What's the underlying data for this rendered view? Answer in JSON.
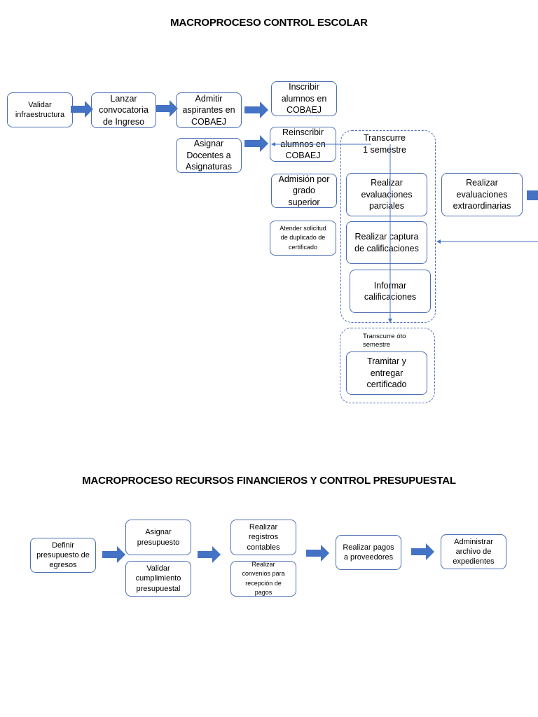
{
  "titles": {
    "escolar": "MACROPROCESO CONTROL ESCOLAR",
    "financieros": "MACROPROCESO RECURSOS FINANCIEROS Y CONTROL PRESUPUESTAL"
  },
  "escolar": {
    "validar_infraestructura": "Validar\ninfraestructura",
    "lanzar_convocatoria": "Lanzar\nconvocatoria\nde Ingreso",
    "admitir_aspirantes": "Admitir\naspirantes en\nCOBAEJ",
    "inscribir_alumnos": "Inscribir\nalumnos en\nCOBAEJ",
    "reinscribir_alumnos": "Reinscribir\nalumnos en\nCOBAEJ",
    "asignar_docentes": "Asignar\nDocentes a\nAsignaturas",
    "admision_grado": "Admisión por\ngrado\nsuperior",
    "atender_solicitud": "Atender solicitud\nde duplicado de\ncertificado",
    "transcurre_semestre": "Transcurre\n1 semestre",
    "realizar_evaluaciones_parciales": "Realizar\nevaluaciones\nparciales",
    "realizar_captura": "Realizar captura\nde calificaciones",
    "informar_calificaciones": "Informar\ncalificaciones",
    "realizar_evaluaciones_extra": "Realizar\nevaluaciones\nextraordinarias",
    "transcurre_sexto": "Transcurre óto\nsemestre",
    "tramitar_certificado": "Tramitar y\nentregar\ncertificado"
  },
  "financieros": {
    "definir_presupuesto": "Definir\npresupuesto de\negresos",
    "asignar_presupuesto": "Asignar\npresupuesto",
    "validar_cumplimiento": "Validar\ncumplimiento\npresupuestal",
    "realizar_registros": "Realizar\nregistros\ncontables",
    "realizar_convenios": "Realizar\nconvenios para\nrecepción de\npagos",
    "realizar_pagos": "Realizar pagos\na proveedores",
    "administrar_archivo": "Administrar\narchivo de\nexpedientes"
  },
  "colors": {
    "box_border": "#4a6db5",
    "arrow_fill": "#4472c4"
  }
}
